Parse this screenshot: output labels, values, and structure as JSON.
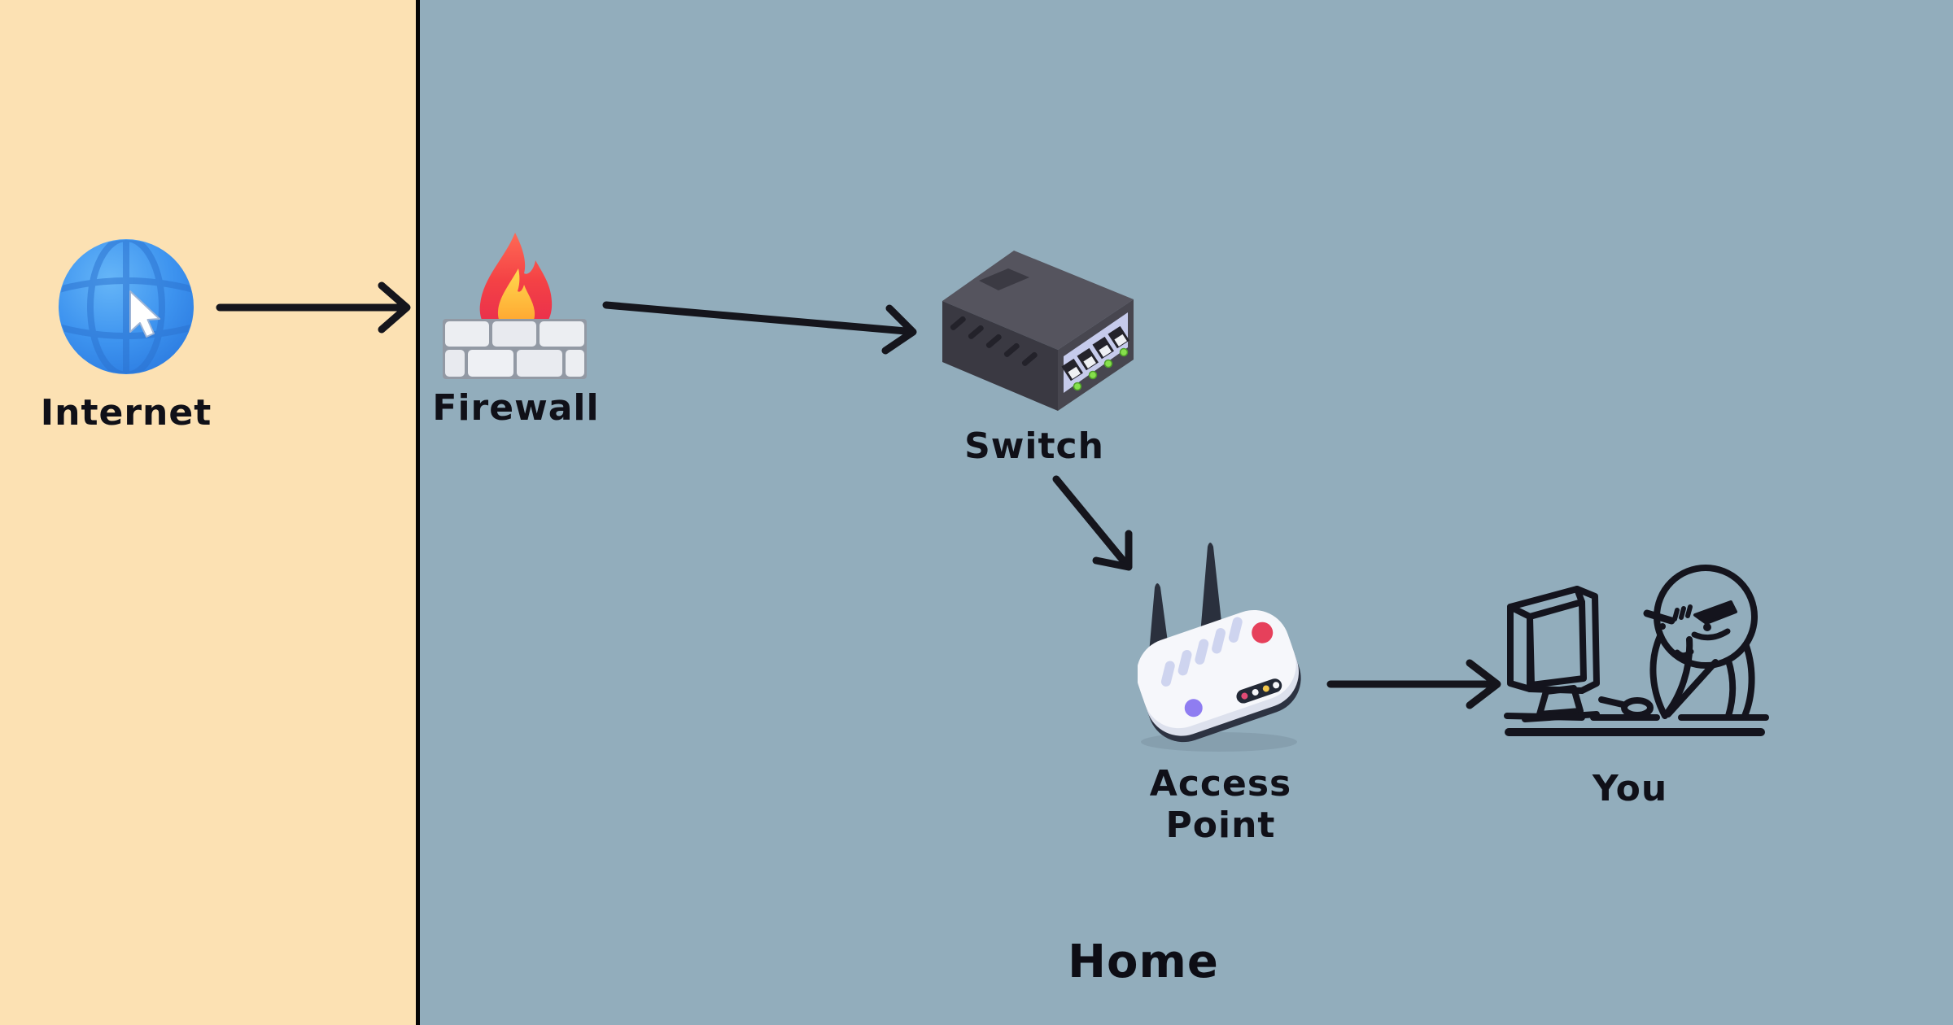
{
  "diagram": {
    "zones": {
      "internet_zone": {
        "background": "#fce1b3"
      },
      "home_zone": {
        "background": "#92adbc",
        "label": "Home"
      }
    },
    "divider_color": "#050505",
    "stroke_color": "#15151c",
    "nodes": [
      {
        "id": "internet",
        "label": "Internet",
        "icon": "globe-with-cursor-icon"
      },
      {
        "id": "firewall",
        "label": "Firewall",
        "icon": "brick-wall-flame-icon"
      },
      {
        "id": "switch",
        "label": "Switch",
        "icon": "network-switch-icon"
      },
      {
        "id": "access_point",
        "label": "Access Point",
        "icon": "wireless-router-icon"
      },
      {
        "id": "you",
        "label": "You",
        "icon": "person-at-computer-doodle-icon"
      }
    ],
    "edges": [
      {
        "from": "internet",
        "to": "firewall"
      },
      {
        "from": "firewall",
        "to": "switch"
      },
      {
        "from": "switch",
        "to": "access_point"
      },
      {
        "from": "access_point",
        "to": "you"
      }
    ]
  }
}
